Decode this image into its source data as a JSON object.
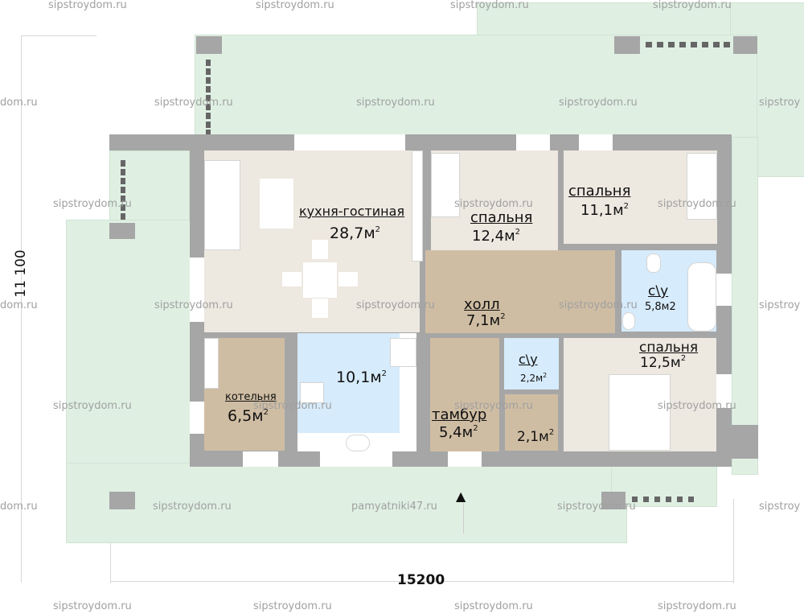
{
  "plan": {
    "dimensions": {
      "width_label": "15200",
      "height_label": "11 100"
    },
    "rooms": [
      {
        "id": "kitchen-living",
        "name": "кухня-гостиная",
        "area": "28,7",
        "unit": "м",
        "sup": "2"
      },
      {
        "id": "bedroom-1",
        "name": "спальня",
        "area": "12,4",
        "unit": "м",
        "sup": "2"
      },
      {
        "id": "bedroom-2",
        "name": "спальня",
        "area": "11,1",
        "unit": "м",
        "sup": "2"
      },
      {
        "id": "bathroom-1",
        "name": "с\\у",
        "area": "5,8м2"
      },
      {
        "id": "hall",
        "name": "холл",
        "area": "7,1",
        "unit": "м",
        "sup": "2"
      },
      {
        "id": "bedroom-3",
        "name": "спальня",
        "area": "12,5",
        "unit": "м",
        "sup": "2"
      },
      {
        "id": "boiler",
        "name": "котельня",
        "area": "6,5",
        "unit": "м",
        "sup": "2"
      },
      {
        "id": "bathroom-main",
        "name": "",
        "area": "10,1",
        "unit": "м",
        "sup": "2"
      },
      {
        "id": "vestibule",
        "name": "тамбур",
        "area": "5,4",
        "unit": "м",
        "sup": "2"
      },
      {
        "id": "bathroom-2",
        "name": "с\\у",
        "area": "2,2",
        "unit": "м",
        "sup": "2"
      },
      {
        "id": "storage",
        "name": "",
        "area": "2,1",
        "unit": "м",
        "sup": "2"
      }
    ],
    "watermarks": {
      "main": "sipstroydom.ru",
      "alt": "pamyatniki47.ru",
      "partial_left": "dom.ru",
      "partial_right": "sipstroy"
    },
    "entrance_arrow": "▲",
    "colors": {
      "terrace": "#dff0e3",
      "wall": "#a6a6a6",
      "living": "#ede8e0",
      "utility": "#cfbda3",
      "wet": "#d6ebfb"
    }
  }
}
